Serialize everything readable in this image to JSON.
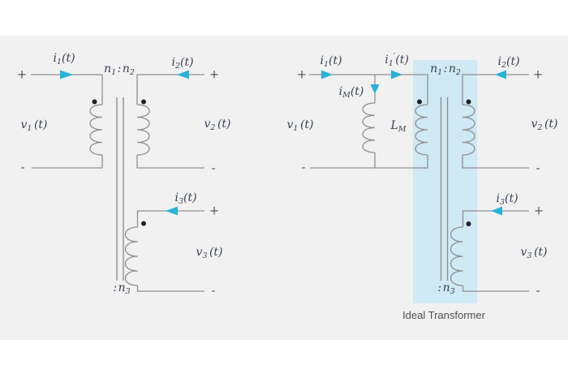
{
  "colors": {
    "background": "#ffffff",
    "panel": "#f1f1f1",
    "wire": "#8f8f8f",
    "label": "#3a4154",
    "sign": "#4a4f5c",
    "arrow": "#27b2d8",
    "highlight": "#cfe9f5",
    "dot": "#222222",
    "caption": "#4c4c4c"
  },
  "labels": {
    "i1": {
      "base": "i",
      "sub": "1",
      "rest": "(t)"
    },
    "i1_prime": {
      "base": "i",
      "sub": "1",
      "prime": "′",
      "rest": "(t)"
    },
    "i2": {
      "base": "i",
      "sub": "2",
      "rest": "(t)"
    },
    "i3": {
      "base": "i",
      "sub": "3",
      "rest": "(t)"
    },
    "im": {
      "base": "i",
      "sub": "M",
      "rest": "(t)"
    },
    "v1": {
      "base": "v",
      "sub": "1",
      "rest": "(t)"
    },
    "v2": {
      "base": "v",
      "sub": "2",
      "rest": "(t)"
    },
    "v3": {
      "base": "v",
      "sub": "3",
      "rest": "(t)"
    },
    "lm": {
      "base": "L",
      "sub": "M"
    },
    "turns_12": {
      "base1": "n",
      "sub1": "1",
      "sep": ":",
      "base2": "n",
      "sub2": "2"
    },
    "turns_3": {
      "sep": ":",
      "base": "n",
      "sub": "3"
    },
    "plus": "+",
    "minus": "-",
    "ideal_transformer": "Ideal Transformer"
  }
}
